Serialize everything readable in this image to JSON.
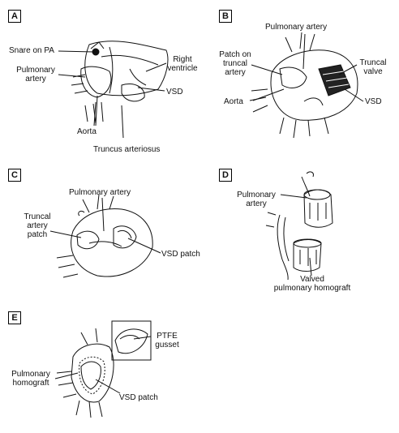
{
  "panels": {
    "A": {
      "letter": "A",
      "labels": {
        "snare": "Snare on PA",
        "pa_1": "Pulmonary",
        "pa_2": "artery",
        "rv_1": "Right",
        "rv_2": "ventricle",
        "vsd": "VSD",
        "aorta": "Aorta",
        "truncus": "Truncus arteriosus"
      }
    },
    "B": {
      "letter": "B",
      "labels": {
        "pa": "Pulmonary artery",
        "patch_1": "Patch on",
        "patch_2": "truncal",
        "patch_3": "artery",
        "valve_1": "Truncal",
        "valve_2": "valve",
        "aorta": "Aorta",
        "vsd": "VSD"
      }
    },
    "C": {
      "letter": "C",
      "labels": {
        "pa": "Pulmonary artery",
        "patch_1": "Truncal",
        "patch_2": "artery",
        "patch_3": "patch",
        "vsd_patch": "VSD patch"
      }
    },
    "D": {
      "letter": "D",
      "labels": {
        "pa_1": "Pulmonary",
        "pa_2": "artery",
        "hg_1": "Valved",
        "hg_2": "pulmonary homograft"
      }
    },
    "E": {
      "letter": "E",
      "labels": {
        "ptfe_1": "PTFE",
        "ptfe_2": "gusset",
        "hg_1": "Pulmonary",
        "hg_2": "homograft",
        "vsd_patch": "VSD patch"
      }
    }
  },
  "colors": {
    "ink": "#111111",
    "background": "#ffffff",
    "dark_fill": "#222222"
  }
}
